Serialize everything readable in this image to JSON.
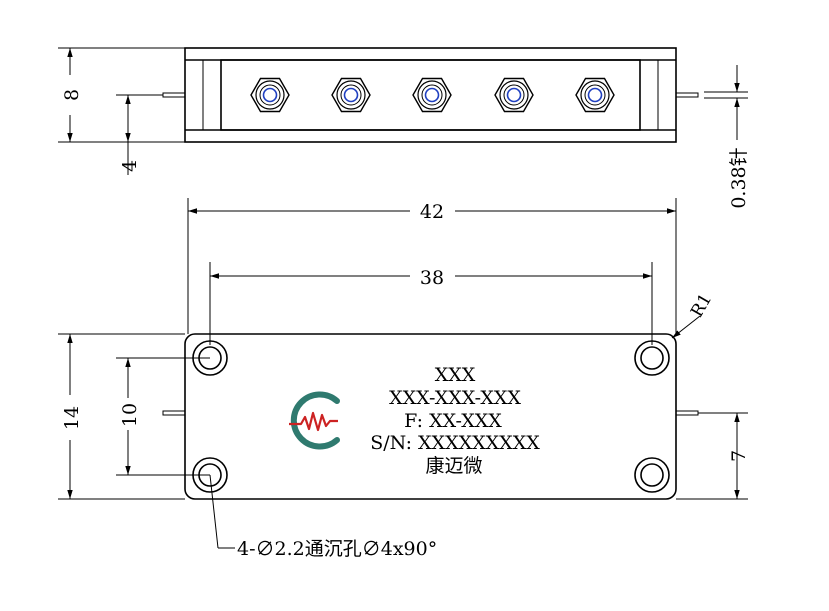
{
  "dimensions": {
    "height_8": "8",
    "height_4": "4",
    "pin_dia": "0.38针",
    "width_42": "42",
    "width_38": "38",
    "radius": "R1",
    "height_14": "14",
    "height_10": "10",
    "offset_7": "7",
    "hole_note": "4-∅2.2通沉孔∅4x90°"
  },
  "label": {
    "line1": "XXX",
    "line2": "XXX-XXX-XXX",
    "line3": "F: XX-XXX",
    "line4": "S/N: XXXXXXXXX",
    "line5": "康迈微"
  },
  "colors": {
    "logo_arc": "#2f7a6f",
    "logo_wave": "#cc2222",
    "connector_center": "#2040c0"
  }
}
